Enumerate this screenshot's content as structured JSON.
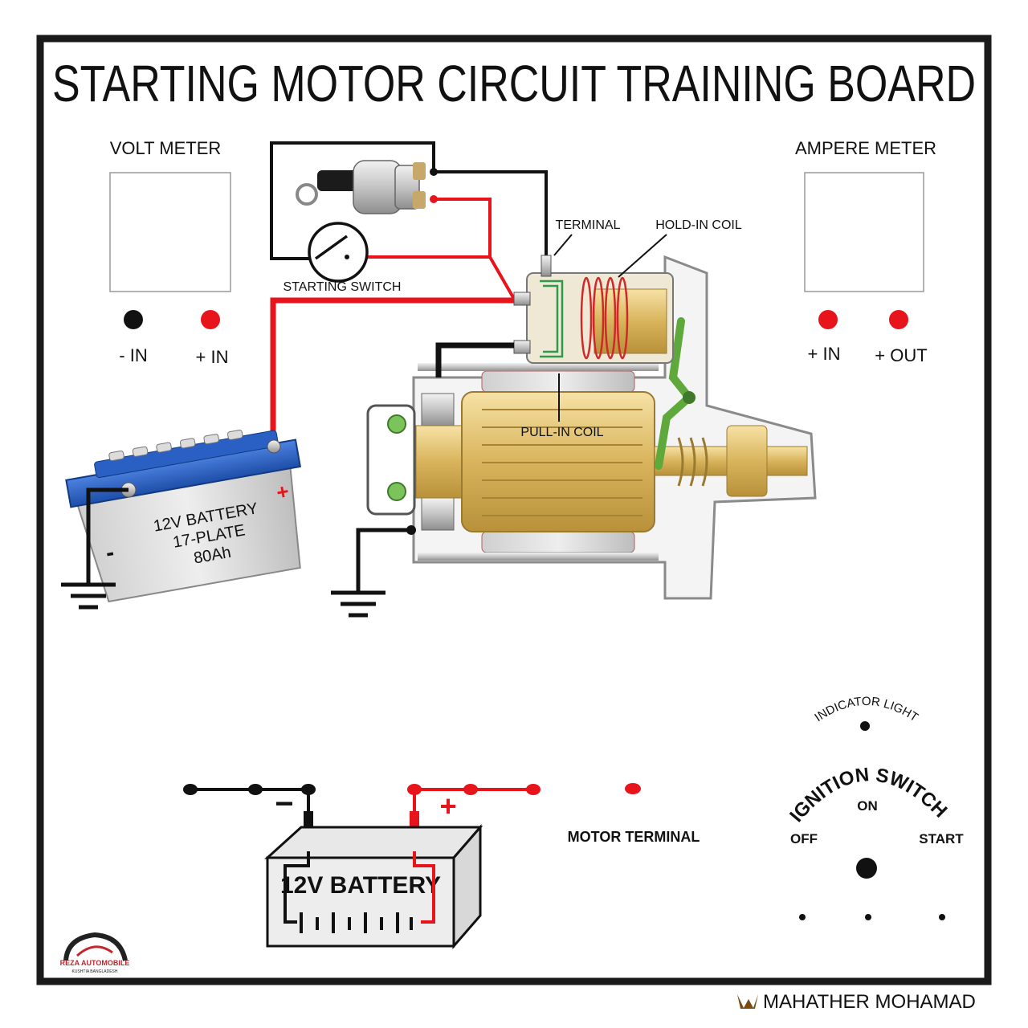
{
  "title": "STARTING MOTOR CIRCUIT TRAINING BOARD",
  "volt_meter": {
    "label": "VOLT METER",
    "neg_label": "- IN",
    "pos_label": "+ IN"
  },
  "ampere_meter": {
    "label": "AMPERE METER",
    "in_label": "+ IN",
    "out_label": "+ OUT"
  },
  "starting_switch_label": "STARTING SWITCH",
  "terminal_label": "TERMINAL",
  "hold_in_coil_label": "HOLD-IN COIL",
  "pull_in_coil_label": "PULL-IN COIL",
  "battery_picture": {
    "line1": "12V BATTERY",
    "line2": "17-PLATE",
    "line3": "80Ah",
    "plus": "+",
    "minus": "-"
  },
  "schematic_battery": {
    "label": "12V BATTERY",
    "minus": "−",
    "plus": "+"
  },
  "motor_terminal_label": "MOTOR TERMINAL",
  "ignition": {
    "indicator_label": "INDICATOR LIGHT",
    "switch_label": "IGNITION SWITCH",
    "on": "ON",
    "off": "OFF",
    "start": "START"
  },
  "logo": {
    "name": "REZA AUTOMOBILE",
    "sub": "KUSHTIA BANGLADESH"
  },
  "credit": "MAHATHER MOHAMAD",
  "colors": {
    "wire_red": "#e8141b",
    "wire_black": "#111111",
    "battery_blue": "#1e55b8",
    "copper": "#e8c878"
  }
}
